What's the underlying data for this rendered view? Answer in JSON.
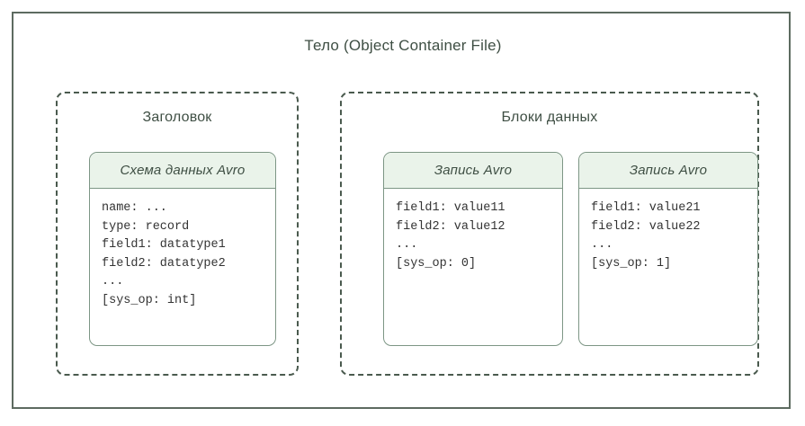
{
  "diagram": {
    "title": "Тело (Object Container File)",
    "colors": {
      "outer_border": "#5d6b60",
      "dashed_border": "#4a5a4e",
      "card_border": "#7d9685",
      "card_header_fill": "#eaf3ea",
      "heading_text": "#3f4f44",
      "code_text": "#333333",
      "background": "#ffffff"
    },
    "groups": [
      {
        "name": "header-group",
        "title": "Заголовок",
        "cards": [
          {
            "name": "avro-schema-card",
            "header": "Схема данных Avro",
            "lines": [
              "name: ...",
              "type: record",
              "field1: datatype1",
              "field2: datatype2",
              "...",
              "[sys_op: int]"
            ]
          }
        ]
      },
      {
        "name": "data-blocks-group",
        "title": "Блоки данных",
        "cards": [
          {
            "name": "avro-record-card-1",
            "header": "Запись Avro",
            "lines": [
              "field1: value11",
              "field2: value12",
              "...",
              "[sys_op: 0]"
            ]
          },
          {
            "name": "avro-record-card-2",
            "header": "Запись Avro",
            "lines": [
              "field1: value21",
              "field2: value22",
              "...",
              "[sys_op: 1]"
            ]
          }
        ]
      }
    ]
  }
}
